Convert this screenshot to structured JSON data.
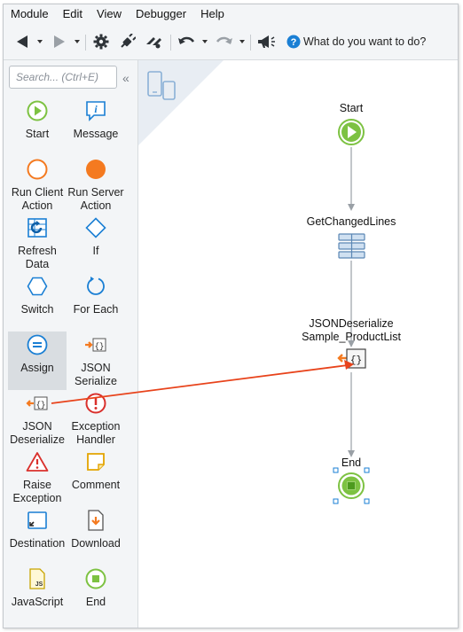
{
  "menu": [
    "Module",
    "Edit",
    "View",
    "Debugger",
    "Help"
  ],
  "toolbar": {
    "help_placeholder": "What do you want to do?"
  },
  "toolbox": {
    "search_placeholder": "Search... (Ctrl+E)",
    "tools": [
      {
        "label": "Start"
      },
      {
        "label": "Message"
      },
      {
        "label": "Run Client Action"
      },
      {
        "label": "Run Server Action"
      },
      {
        "label": "Refresh Data"
      },
      {
        "label": "If"
      },
      {
        "label": "Switch"
      },
      {
        "label": "For Each"
      },
      {
        "label": "Assign"
      },
      {
        "label": "JSON Serialize"
      },
      {
        "label": "JSON Deserialize"
      },
      {
        "label": "Exception Handler"
      },
      {
        "label": "Raise Exception"
      },
      {
        "label": "Comment"
      },
      {
        "label": "Destination"
      },
      {
        "label": "Download"
      },
      {
        "label": "JavaScript"
      },
      {
        "label": "End"
      }
    ],
    "selected": "Assign"
  },
  "flow": {
    "start_label": "Start",
    "aggregate_label": "GetChangedLines",
    "deserialize_label_1": "JSONDeserialize",
    "deserialize_label_2": "Sample_ProductList",
    "end_label": "End"
  },
  "colors": {
    "start_green": "#7dc242",
    "server_orange": "#f47a20",
    "drag_arrow": "#e8431b",
    "accent_blue": "#1a7fd4"
  }
}
